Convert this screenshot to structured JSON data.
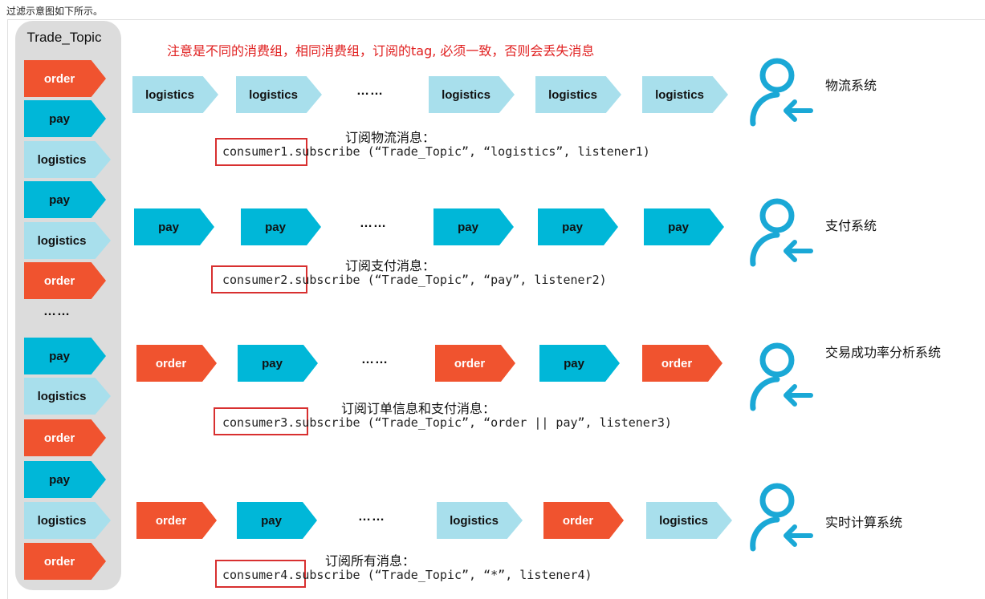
{
  "caption": "过滤示意图如下所示。",
  "topic": {
    "title": "Trade_Topic",
    "tags": [
      "order",
      "pay",
      "logistics",
      "pay",
      "logistics",
      "order",
      "pay",
      "logistics",
      "order",
      "pay",
      "logistics",
      "order"
    ],
    "ellipsis": "……"
  },
  "note": "注意是不同的消费组，相同消费组，订阅的tag, 必须一致，否则会丢失消息",
  "rows": [
    {
      "messages": [
        "logistics",
        "logistics",
        "logistics",
        "logistics",
        "logistics"
      ],
      "ellipsis": "……",
      "label": "订阅物流消息：",
      "consumer": "consumer1",
      "code_rest": ".subscribe (“Trade_Topic”, “logistics”, listener1)",
      "system": "物流系统"
    },
    {
      "messages": [
        "pay",
        "pay",
        "pay",
        "pay",
        "pay"
      ],
      "ellipsis": "……",
      "label": "订阅支付消息：",
      "consumer": "consumer2",
      "code_rest": ".subscribe (“Trade_Topic”, “pay”, listener2)",
      "system": "支付系统"
    },
    {
      "messages": [
        "order",
        "pay",
        "order",
        "pay",
        "order"
      ],
      "ellipsis": "……",
      "label": "订阅订单信息和支付消息：",
      "consumer": "consumer3",
      "code_rest": ".subscribe (“Trade_Topic”, “order || pay”, listener3)",
      "system": "交易成功率分析系统"
    },
    {
      "messages": [
        "order",
        "pay",
        "logistics",
        "order",
        "logistics"
      ],
      "ellipsis": "……",
      "label": "订阅所有消息：",
      "consumer": "consumer4",
      "code_rest": ".subscribe (“Trade_Topic”, “*”, listener4)",
      "system": "实时计算系统"
    }
  ],
  "colors": {
    "order": "#f0532f",
    "pay": "#00b7d8",
    "logistics": "#a8dfec",
    "person_icon": "#1aa8d6",
    "note": "#e02020",
    "highlight_box": "#d83030"
  }
}
